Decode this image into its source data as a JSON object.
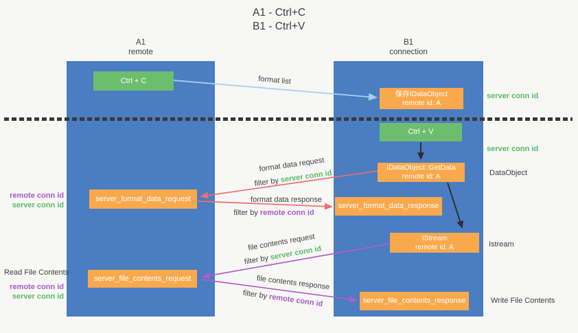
{
  "colors": {
    "background": "#f7f7f6",
    "column_blue": "#4a7dc2",
    "box_green": "#6cbe6e",
    "box_orange": "#f9a94c",
    "arrow_lightblue": "#a6d1ee",
    "arrow_red": "#ee6e6e",
    "arrow_purple": "#b45cc6",
    "arrow_black": "#2f2f2f",
    "label_green": "#5abb62",
    "label_purple": "#a75ac4",
    "text_dark": "#3d3d3d",
    "separator_dark": "#383838"
  },
  "title": {
    "line1": "A1 - Ctrl+C",
    "line2": "B1 - Ctrl+V"
  },
  "columns": {
    "left": {
      "name": "A1",
      "role": "remote"
    },
    "right": {
      "name": "B1",
      "role": "connection"
    }
  },
  "boxes": {
    "ctrl_c": {
      "label": "Ctrl + C"
    },
    "save_dataobject": {
      "line1": "保存IDataObject",
      "line2": "remote id: A"
    },
    "ctrl_v": {
      "label": "Ctrl + V"
    },
    "getdata": {
      "line1": "IDataObject::GetData",
      "line2": "remote id: A"
    },
    "format_request": {
      "label": "server_format_data_request"
    },
    "format_response": {
      "label": "server_format_data_response"
    },
    "istream": {
      "line1": "IStream",
      "line2": "remote id: A"
    },
    "file_request": {
      "label": "server_file_contents_request"
    },
    "file_response": {
      "label": "server_file_contents_response"
    }
  },
  "flow_labels": {
    "format_list": "format list",
    "format_data_request": "format data request",
    "format_data_response": "format data response",
    "file_contents_request": "file contents request",
    "file_contents_response": "file contents response",
    "filter_by": "filter by",
    "server_conn_id": "server conn id",
    "remote_conn_id": "remote conn id"
  },
  "side_labels": {
    "server_conn_id": "server conn id",
    "remote_conn_id": "remote conn id",
    "dataobject": "DataObject",
    "istream": "Istream",
    "read_file_contents": "Read File Contents",
    "write_file_contents": "Write File Contents"
  }
}
